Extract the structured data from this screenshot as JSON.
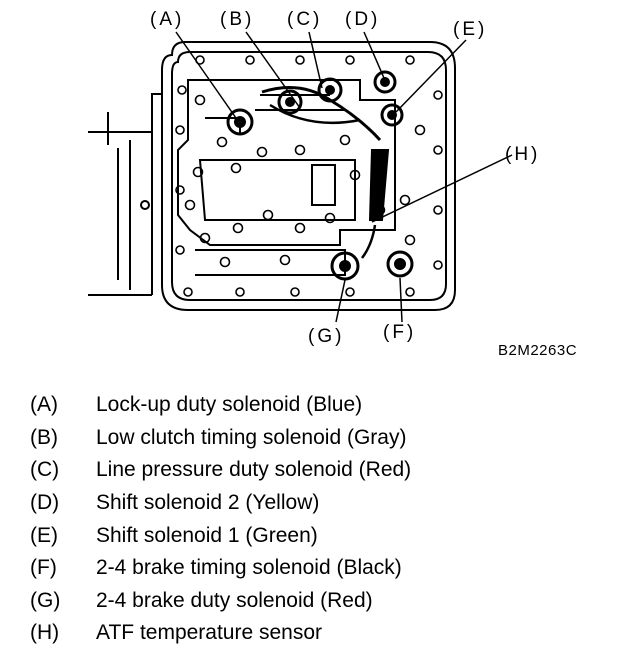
{
  "figure": {
    "code": "B2M2263C",
    "callouts": {
      "A": "(A)",
      "B": "(B)",
      "C": "(C)",
      "D": "(D)",
      "E": "(E)",
      "F": "(F)",
      "G": "(G)",
      "H": "(H)"
    }
  },
  "legend": [
    {
      "key": "(A)",
      "text": "Lock-up duty solenoid (Blue)"
    },
    {
      "key": "(B)",
      "text": "Low clutch timing solenoid (Gray)"
    },
    {
      "key": "(C)",
      "text": "Line pressure duty solenoid (Red)"
    },
    {
      "key": "(D)",
      "text": "Shift solenoid 2 (Yellow)"
    },
    {
      "key": "(E)",
      "text": "Shift solenoid 1 (Green)"
    },
    {
      "key": "(F)",
      "text": "2-4 brake timing solenoid (Black)"
    },
    {
      "key": "(G)",
      "text": "2-4 brake duty solenoid (Red)"
    },
    {
      "key": "(H)",
      "text": "ATF temperature sensor"
    }
  ]
}
